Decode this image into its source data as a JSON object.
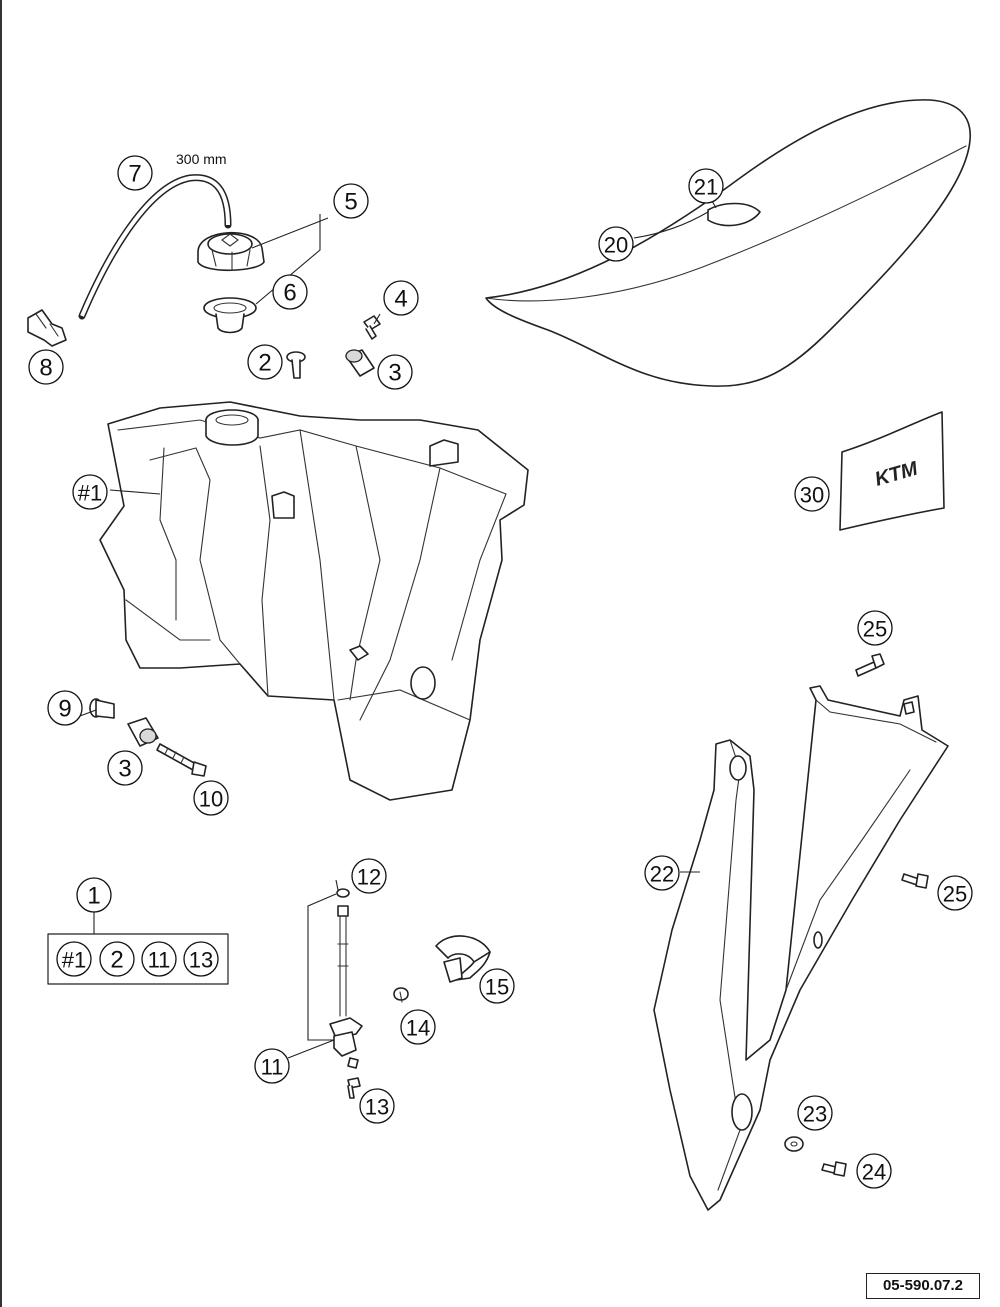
{
  "diagram": {
    "reference_code": "05-590.07.2",
    "hose_length": "300 mm",
    "kit_box": {
      "label": "1",
      "contents": [
        "#1",
        "2",
        "11",
        "13"
      ]
    },
    "callouts": [
      {
        "id": "c7",
        "label": "7"
      },
      {
        "id": "c5",
        "label": "5"
      },
      {
        "id": "c6",
        "label": "6"
      },
      {
        "id": "c8",
        "label": "8"
      },
      {
        "id": "c4",
        "label": "4"
      },
      {
        "id": "c2",
        "label": "2"
      },
      {
        "id": "c3a",
        "label": "3"
      },
      {
        "id": "c21",
        "label": "21"
      },
      {
        "id": "c20",
        "label": "20"
      },
      {
        "id": "cH1",
        "label": "#1"
      },
      {
        "id": "c30",
        "label": "30"
      },
      {
        "id": "c25a",
        "label": "25"
      },
      {
        "id": "c9",
        "label": "9"
      },
      {
        "id": "c3b",
        "label": "3"
      },
      {
        "id": "c10",
        "label": "10"
      },
      {
        "id": "c12",
        "label": "12"
      },
      {
        "id": "c22",
        "label": "22"
      },
      {
        "id": "c25b",
        "label": "25"
      },
      {
        "id": "c15",
        "label": "15"
      },
      {
        "id": "c14",
        "label": "14"
      },
      {
        "id": "c11",
        "label": "11"
      },
      {
        "id": "c13",
        "label": "13"
      },
      {
        "id": "c23",
        "label": "23"
      },
      {
        "id": "c24",
        "label": "24"
      }
    ]
  }
}
